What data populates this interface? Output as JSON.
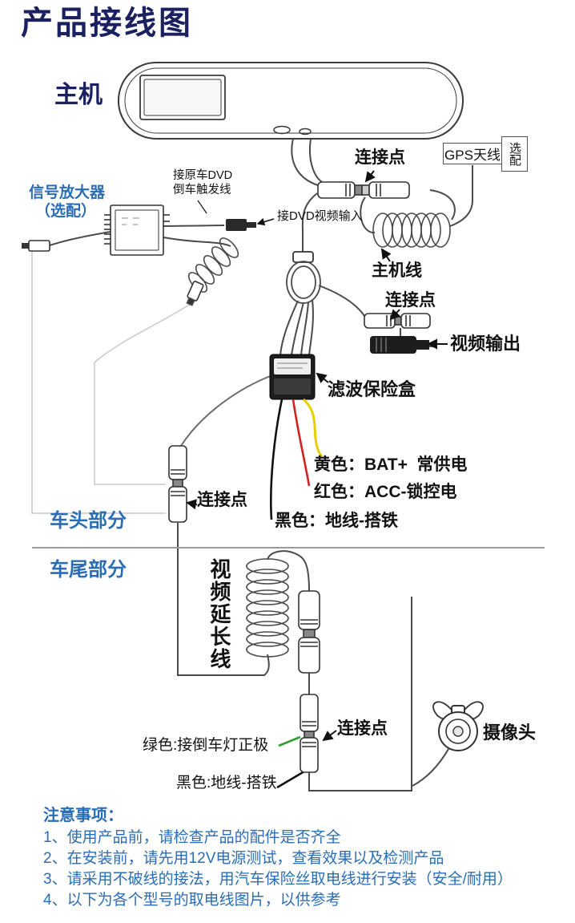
{
  "title": "产品接线图",
  "colors": {
    "title_navy": "#1a2060",
    "label_blue": "#2a6db5",
    "wire_yellow": "#e9cf00",
    "wire_red": "#d42020",
    "wire_black": "#111111",
    "wire_green": "#2f9e2f"
  },
  "diagram": {
    "main_unit": "主机",
    "signal_amplifier_line1": "信号放大器",
    "signal_amplifier_line2": "（选配）",
    "dvd_trigger_line1": "接原车DVD",
    "dvd_trigger_line2": "倒车触发线",
    "dvd_video_input": "接DVD视频输入",
    "connection_point": "连接点",
    "gps_antenna": "GPS天线",
    "gps_optional": "选配",
    "main_cable": "主机线",
    "video_output": "视频输出",
    "filter_fuse_box": "滤波保险盒",
    "wire_yellow_label": "黄色：BAT+  常供电",
    "wire_red_label": "红色：ACC-锁控电",
    "wire_black_label": "黑色：地线-搭铁",
    "front_section": "车头部分",
    "rear_section": "车尾部分",
    "video_extension": "视频延长线",
    "green_wire_label": "绿色:接倒车灯正极",
    "rear_black_wire_label": "黑色:地线-搭铁",
    "camera": "摄像头"
  },
  "notes": {
    "heading": "注意事项：",
    "items": [
      "1、使用产品前，请检查产品的配件是否齐全",
      "2、在安装前，请先用12V电源测试，查看效果以及检测产品",
      "3、请采用不破线的接法，用汽车保险丝取电线进行安装（安全/耐用）",
      "4、以下为各个型号的取电线图片，以供参考"
    ]
  }
}
